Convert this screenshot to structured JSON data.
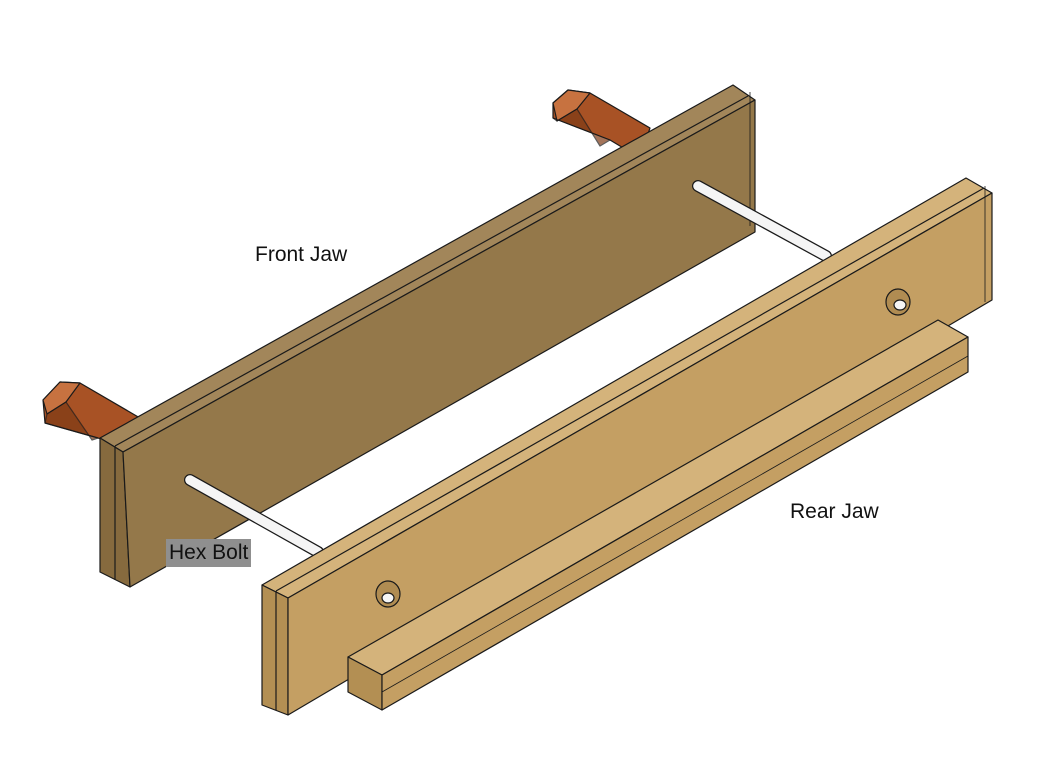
{
  "diagram": {
    "labels": {
      "front_jaw": "Front Jaw",
      "rear_jaw": "Rear Jaw",
      "hex_bolt": "Hex Bolt"
    },
    "colors": {
      "front_jaw_face": "#94784a",
      "front_jaw_top": "#a2865a",
      "front_jaw_side": "#866a3e",
      "rear_jaw_face": "#c49f63",
      "rear_jaw_top": "#d4b37b",
      "rear_jaw_side": "#b38f53",
      "handle": "#b55d2c",
      "handle_dark": "#7e3a15",
      "rod": "#f5f5f5",
      "label_highlight": "#8f8f8f",
      "outline": "#1a1a1a"
    }
  }
}
